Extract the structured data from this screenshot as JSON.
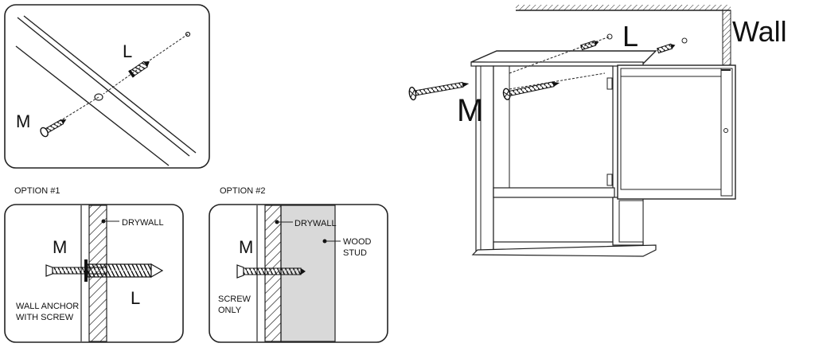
{
  "detail_panel": {
    "label_l": "L",
    "label_m": "M"
  },
  "option1": {
    "title": "OPTION #1",
    "drywall": "DRYWALL",
    "label_m": "M",
    "label_l": "L",
    "caption_line1": "WALL ANCHOR",
    "caption_line2": "WITH SCREW"
  },
  "option2": {
    "title": "OPTION #2",
    "drywall": "DRYWALL",
    "stud_line1": "WOOD",
    "stud_line2": "STUD",
    "label_m": "M",
    "caption_line1": "SCREW",
    "caption_line2": "ONLY"
  },
  "cabinet": {
    "wall": "Wall",
    "label_l": "L",
    "label_m": "M"
  }
}
